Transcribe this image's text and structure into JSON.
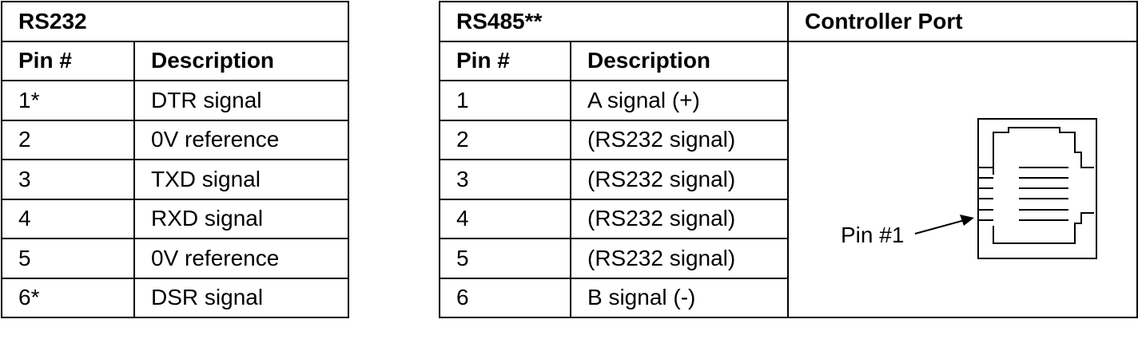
{
  "rs232": {
    "title": "RS232",
    "col_pin": "Pin #",
    "col_desc": "Description",
    "rows": [
      {
        "pin": "1*",
        "desc": "DTR signal"
      },
      {
        "pin": "2",
        "desc": "0V reference"
      },
      {
        "pin": "3",
        "desc": "TXD signal"
      },
      {
        "pin": "4",
        "desc": "RXD signal"
      },
      {
        "pin": "5",
        "desc": "0V reference"
      },
      {
        "pin": "6*",
        "desc": "DSR signal"
      }
    ]
  },
  "rs485": {
    "title": "RS485**",
    "col_pin": "Pin #",
    "col_desc": "Description",
    "rows": [
      {
        "pin": "1",
        "desc": "A signal (+)"
      },
      {
        "pin": "2",
        "desc": "(RS232 signal)"
      },
      {
        "pin": "3",
        "desc": "(RS232 signal)"
      },
      {
        "pin": "4",
        "desc": "(RS232 signal)"
      },
      {
        "pin": "5",
        "desc": "(RS232 signal)"
      },
      {
        "pin": "6",
        "desc": "B signal (-)"
      }
    ]
  },
  "controller_port": {
    "title": "Controller Port",
    "pin_label": "Pin #1",
    "icon": "rj12-connector-icon"
  }
}
